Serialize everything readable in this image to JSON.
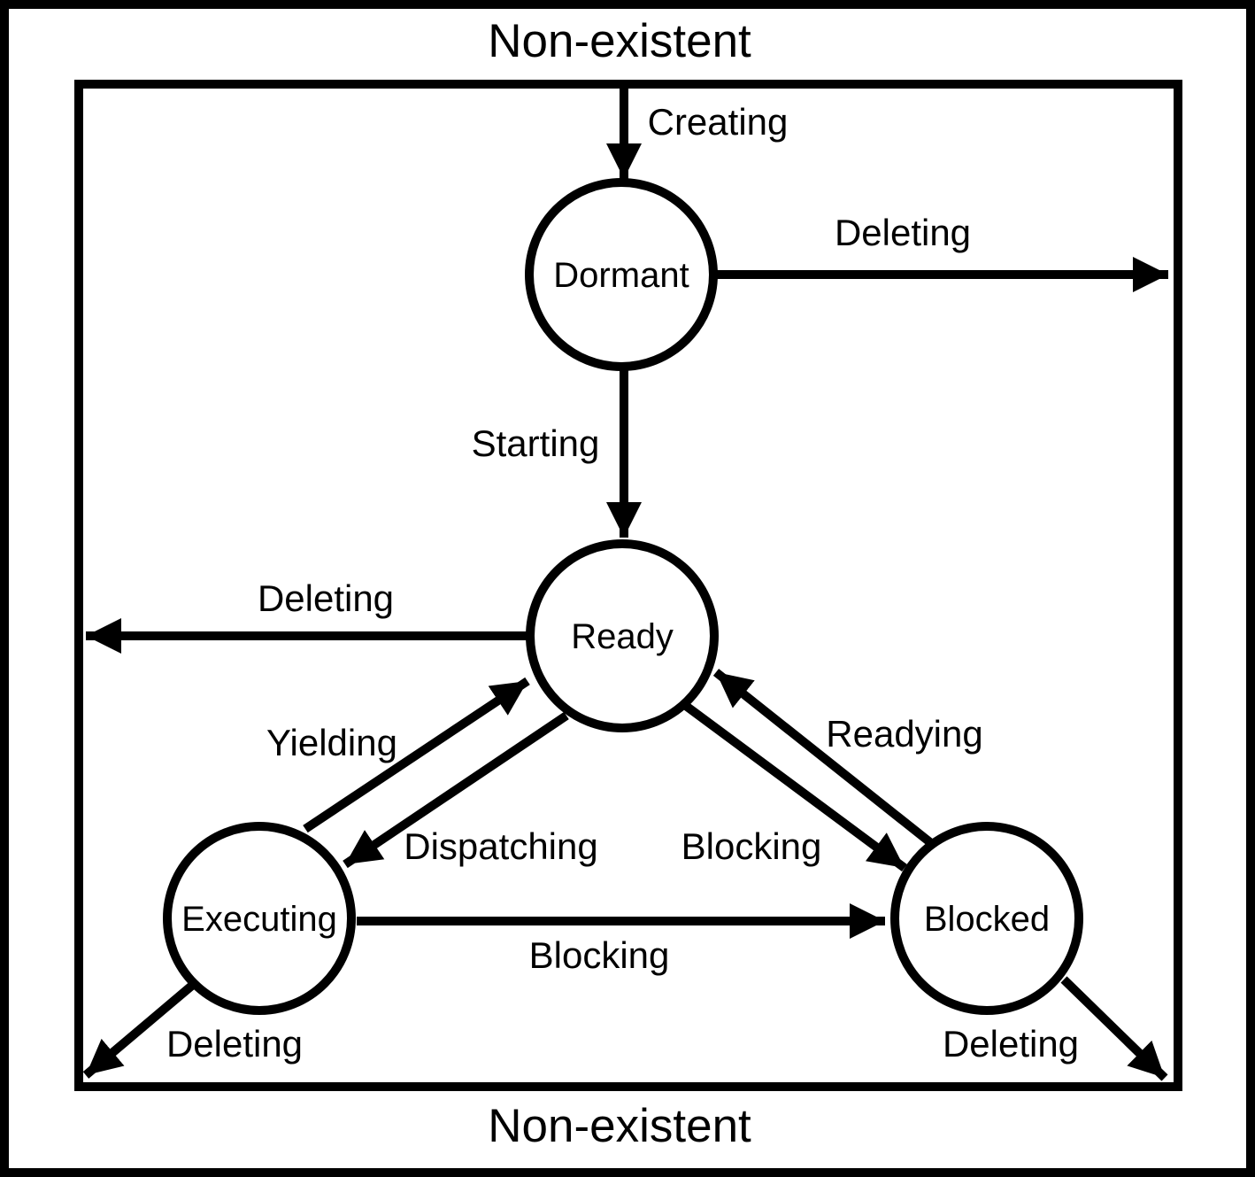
{
  "diagram": {
    "title_top": "Non-existent",
    "title_bottom": "Non-existent",
    "states": {
      "dormant": "Dormant",
      "ready": "Ready",
      "executing": "Executing",
      "blocked": "Blocked"
    },
    "transitions": {
      "creating": "Creating",
      "deleting_from_dormant": "Deleting",
      "starting": "Starting",
      "deleting_from_ready": "Deleting",
      "yielding": "Yielding",
      "dispatching": "Dispatching",
      "blocking_diagonal": "Blocking",
      "readying": "Readying",
      "blocking_horizontal": "Blocking",
      "deleting_from_executing": "Deleting",
      "deleting_from_blocked": "Deleting"
    },
    "colors": {
      "line": "#000000",
      "background": "#ffffff"
    }
  }
}
